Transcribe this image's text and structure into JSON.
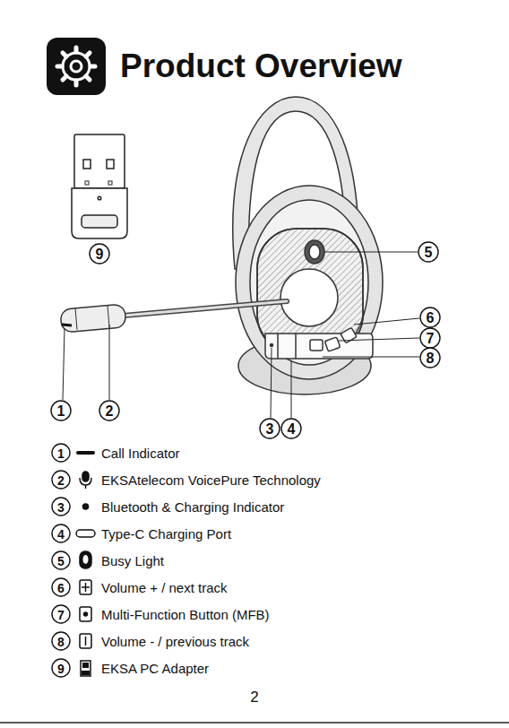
{
  "diagram": {
    "title": "Product Overview",
    "labels": [
      "9",
      "5",
      "6",
      "7",
      "8",
      "1",
      "2",
      "3",
      "4",
      "1",
      "Call Indicator",
      "2",
      "EKSAtelecom VoicePure Technology",
      "3",
      "Bluetooth & Charging Indicator",
      "4",
      "Type-C Charging Port",
      "5",
      "Busy Light",
      "6",
      "Volume + / next track",
      "7",
      "Multi-Function Button (MFB)",
      "8",
      "Volume - / previous track",
      "9",
      "EKSA PC Adapter",
      "2"
    ]
  }
}
